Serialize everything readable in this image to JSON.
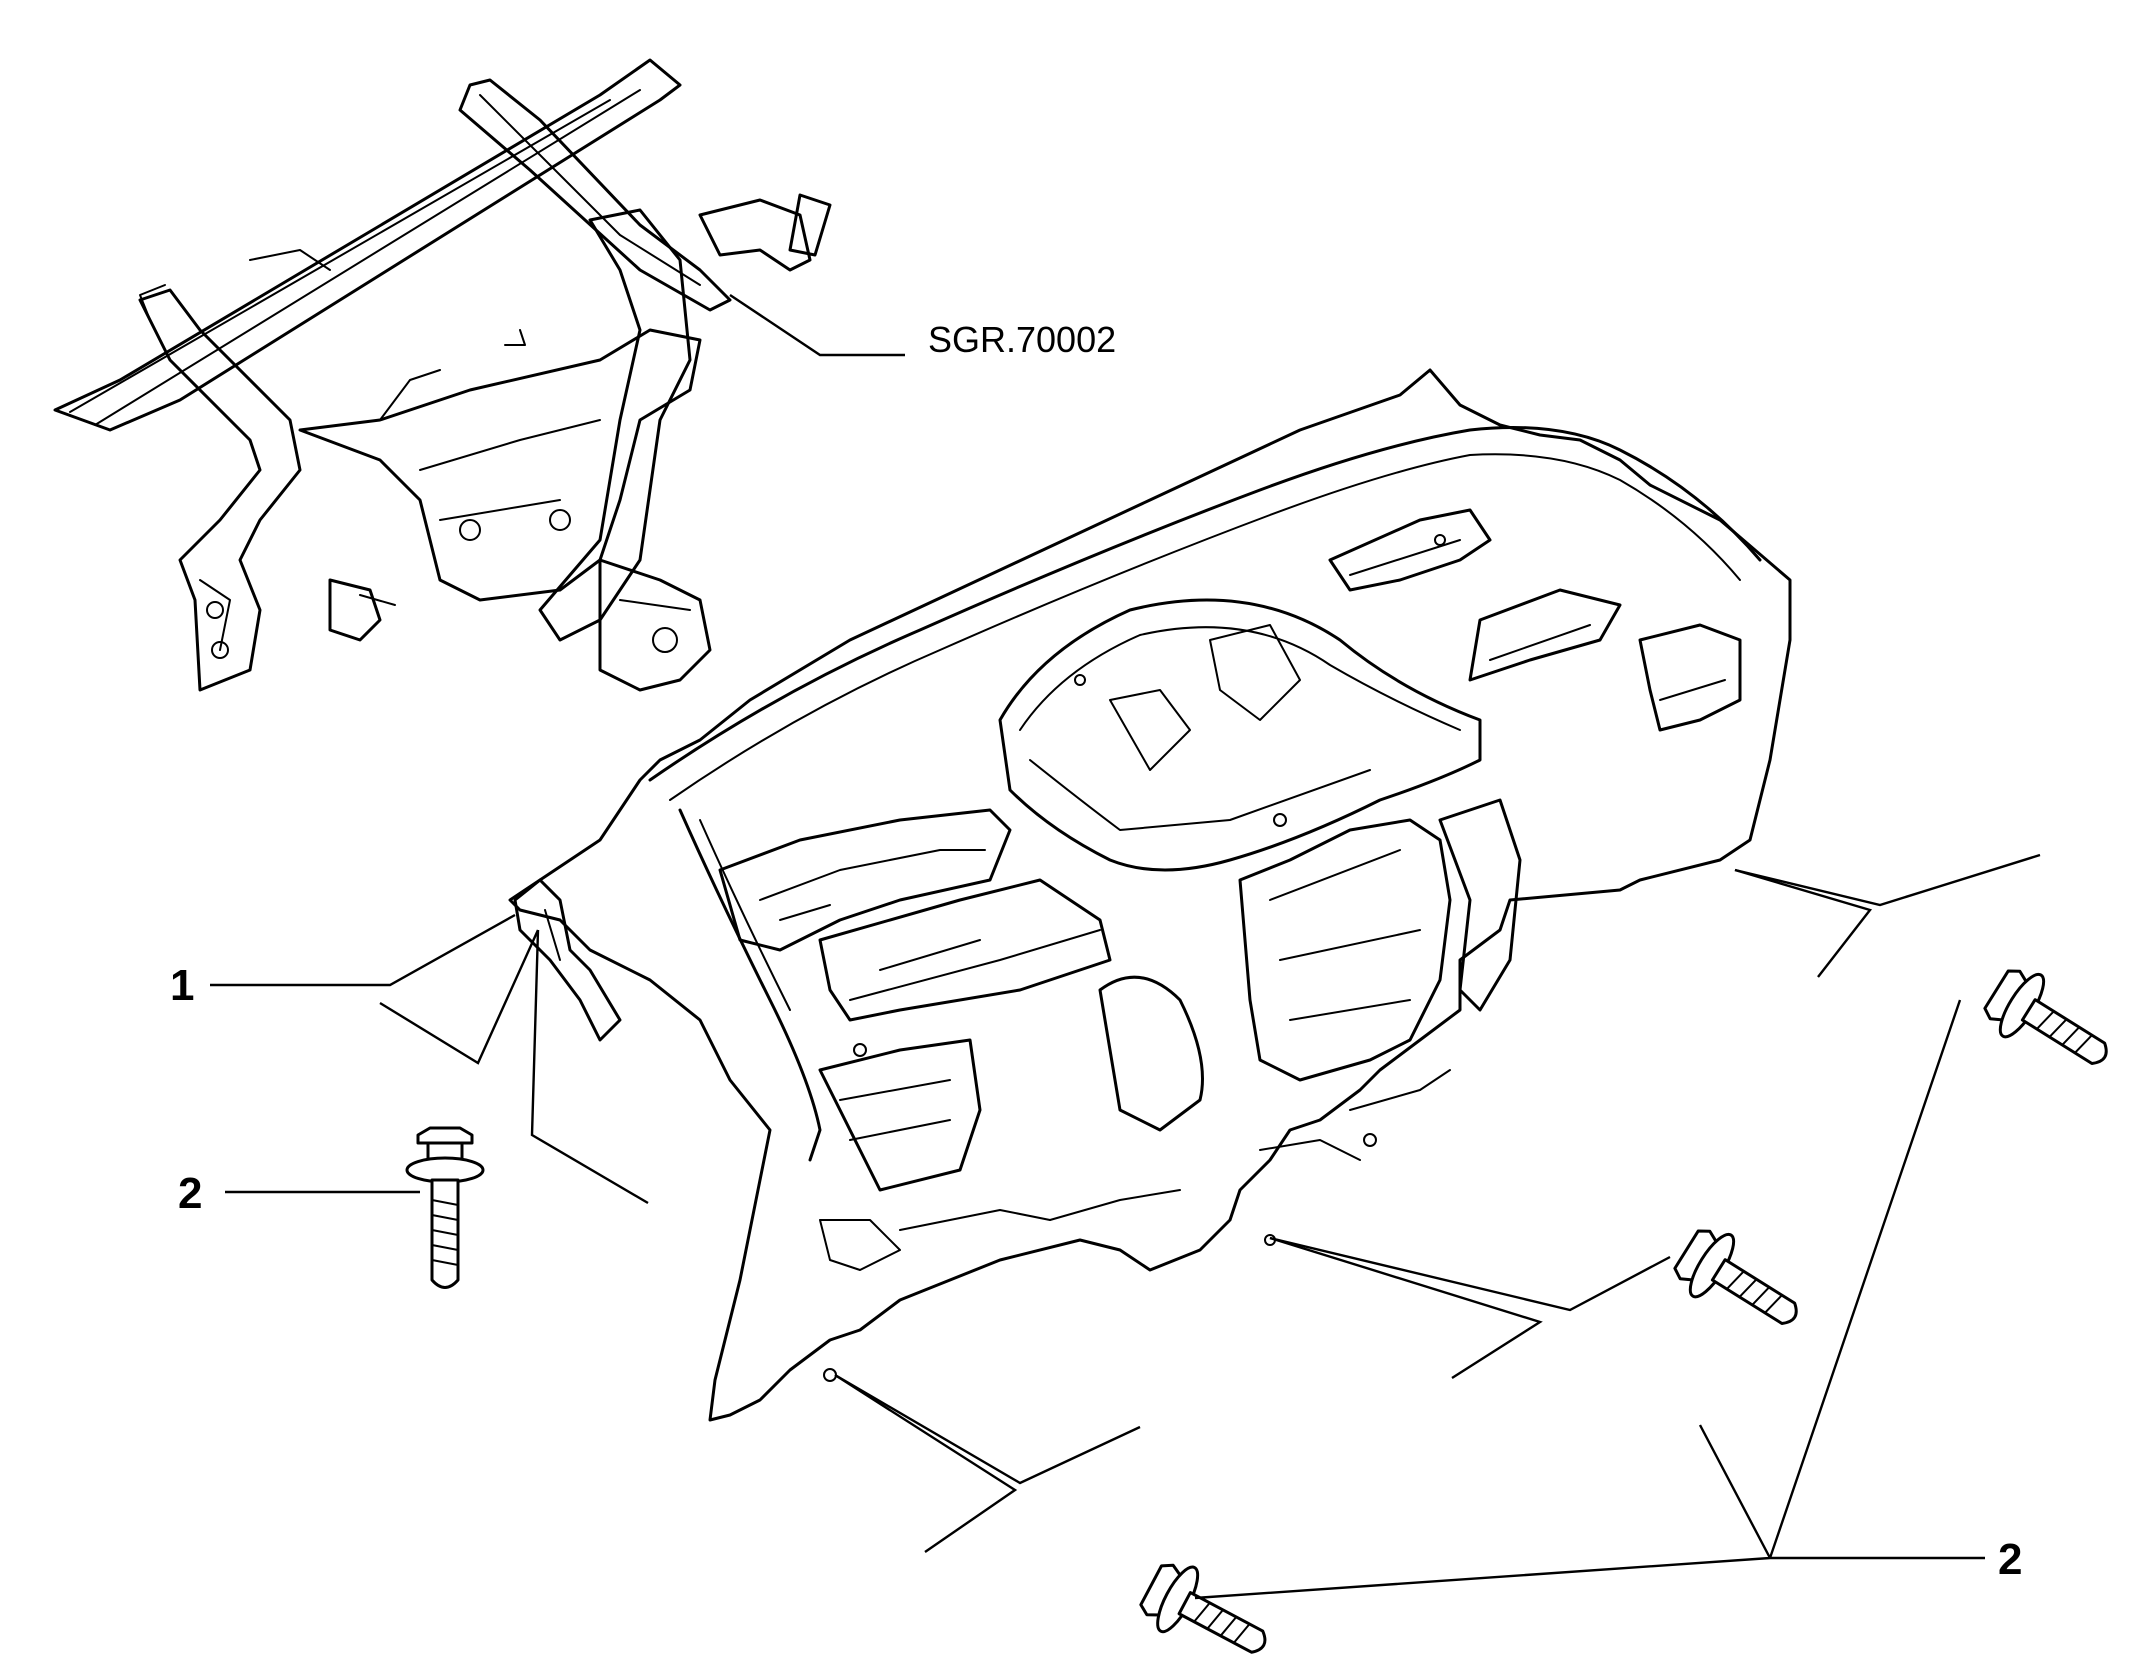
{
  "diagram": {
    "callouts": {
      "dashboard_number": "1",
      "screw_left_number": "2",
      "screw_right_number": "2",
      "crossbeam_reference": "SGR.70002"
    }
  }
}
